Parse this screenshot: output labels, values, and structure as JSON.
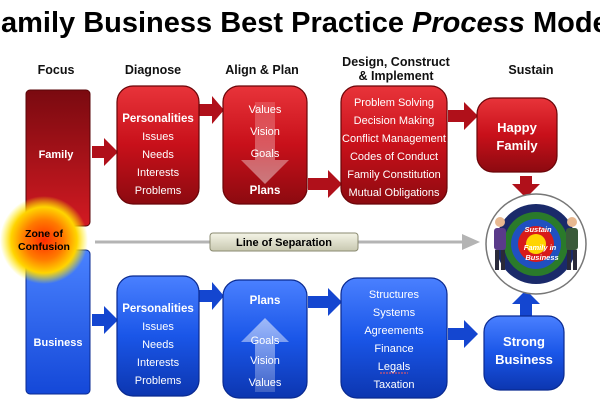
{
  "title": {
    "part1": "Family Business Best Practice ",
    "emphasis": "Process",
    "part2": " Model"
  },
  "headers": {
    "focus": "Focus",
    "diagnose": "Diagnose",
    "align": "Align & Plan",
    "design_line1": "Design, Construct",
    "design_line2": "& Implement",
    "sustain": "Sustain"
  },
  "side": {
    "family": "Family",
    "business": "Business"
  },
  "zone": {
    "line1": "Zone of",
    "line2": "Confusion"
  },
  "separator": "Line of Separation",
  "family_row": {
    "diagnose": {
      "heading": "Personalities",
      "items": [
        "Issues",
        "Needs",
        "Interests",
        "Problems"
      ]
    },
    "align": {
      "items": [
        "Values",
        "Vision",
        "Goals"
      ],
      "result": "Plans"
    },
    "design": {
      "items": [
        "Problem Solving",
        "Decision Making",
        "Conflict Management",
        "Codes of Conduct",
        "Family Constitution",
        "Mutual Obligations"
      ]
    },
    "sustain": {
      "line1": "Happy",
      "line2": "Family"
    }
  },
  "business_row": {
    "diagnose": {
      "heading": "Personalities",
      "items": [
        "Issues",
        "Needs",
        "Interests",
        "Problems"
      ]
    },
    "align": {
      "result": "Plans",
      "items": [
        "Goals",
        "Vision",
        "Values"
      ]
    },
    "design": {
      "items": [
        "Structures",
        "Systems",
        "Agreements",
        "Finance",
        "Legals",
        "Taxation"
      ]
    },
    "sustain": {
      "line1": "Strong",
      "line2": "Business"
    }
  },
  "target": {
    "line1": "Sustain",
    "line2": "Family in",
    "line3": "Business"
  },
  "colors": {
    "red": "#c8101a",
    "dark_red": "#7a0a10",
    "blue": "#1a56e8",
    "dark_blue": "#0a2a90",
    "zone_yellow": "#ffee00"
  }
}
